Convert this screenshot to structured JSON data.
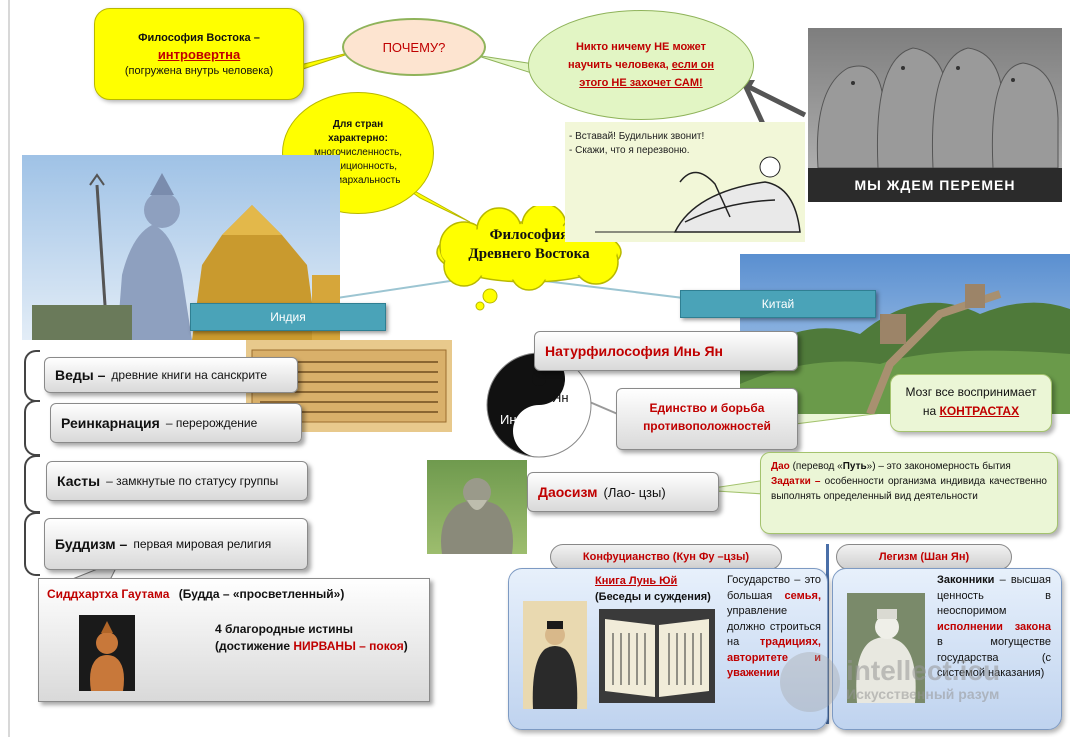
{
  "bubbles": {
    "east": {
      "line1": "Философия Востока –",
      "line2": "интровертна",
      "line3": "(погружена внутрь человека)"
    },
    "why": "ПОЧЕМУ?",
    "nobody": {
      "line1": "Никто ничему НЕ может",
      "line2a": "научить человека, ",
      "line2b": "если он",
      "line3": "этого НЕ захочет САМ!"
    },
    "countries": {
      "line1": "Для стран",
      "line2": "характерно:",
      "line3": "многочисленность,",
      "line4": "традиционность,",
      "line5": "патриархальность"
    },
    "cloud": {
      "line1": "Философия",
      "line2": "Древнего Востока"
    }
  },
  "cartoon": {
    "line1": "- Вставай! Будильник звонит!",
    "line2": "- Скажи, что я перезвоню."
  },
  "caption_right": "МЫ ЖДЕМ ПЕРЕМЕН",
  "labels": {
    "india": "Индия",
    "china": "Китай"
  },
  "india_items": [
    {
      "term": "Веды –",
      "desc": "древние книги на санскрите"
    },
    {
      "term": "Реинкарнация",
      "desc": "– перерождение"
    },
    {
      "term": "Касты",
      "desc": "– замкнутые по статусу группы"
    },
    {
      "term": "Буддизм –",
      "desc": "первая мировая религия"
    }
  ],
  "buddha": {
    "name": "Сиддхартха Гаутама",
    "title": "(Будда – «просветленный»)",
    "truths": "4 благородные истины",
    "nirvana_pre": "(достижение ",
    "nirvana": "НИРВАНЫ – покоя",
    "nirvana_post": ")"
  },
  "yinyang": {
    "yin": "Инь",
    "yang": "Ян"
  },
  "china": {
    "natur": "Натурфилософия Инь Ян",
    "unity_line1": "Единство   и борьба",
    "unity_line2": "противоположностей",
    "brain_line1": "Мозг все воспринимает",
    "brain_pre": "на ",
    "brain_key": "КОНТРАСТАХ",
    "daoism": "Даосизм",
    "daoism_paren": "(Лао- цзы)",
    "dao_def": {
      "p1": "Дао",
      "p2": " (перевод «",
      "p3": "Путь",
      "p4": "») – это закономерность бытия",
      "p5": "Задатки –",
      "p6": " особенности организма индивида качественно выполнять определенный вид деятельности"
    }
  },
  "confucius": {
    "header": "Конфуцианство (Кун Фу –цзы)",
    "book_title": "Книга Лунь Юй",
    "book_sub": "(Беседы и суждения)",
    "text_pre": "Государство – это большая ",
    "text_family": "семья,",
    "text_mid": " управление должно строиться на ",
    "text_key": "традициях, авторитете и уважении"
  },
  "legism": {
    "header": "Легизм (Шан Ян)",
    "term": "Законники",
    "text_pre": " – высшая ценность в неоспоримом ",
    "text_key": "исполнении закона",
    "text_post": " в могуществе государства (с системой наказания)"
  },
  "watermark": {
    "line1": "intellect.icu",
    "line2": "Искусственный разум"
  },
  "colors": {
    "yellow": "#ffff00",
    "red": "#c00000",
    "teal": "#4aa3b8",
    "green_bubble": "#e2f5c4"
  }
}
